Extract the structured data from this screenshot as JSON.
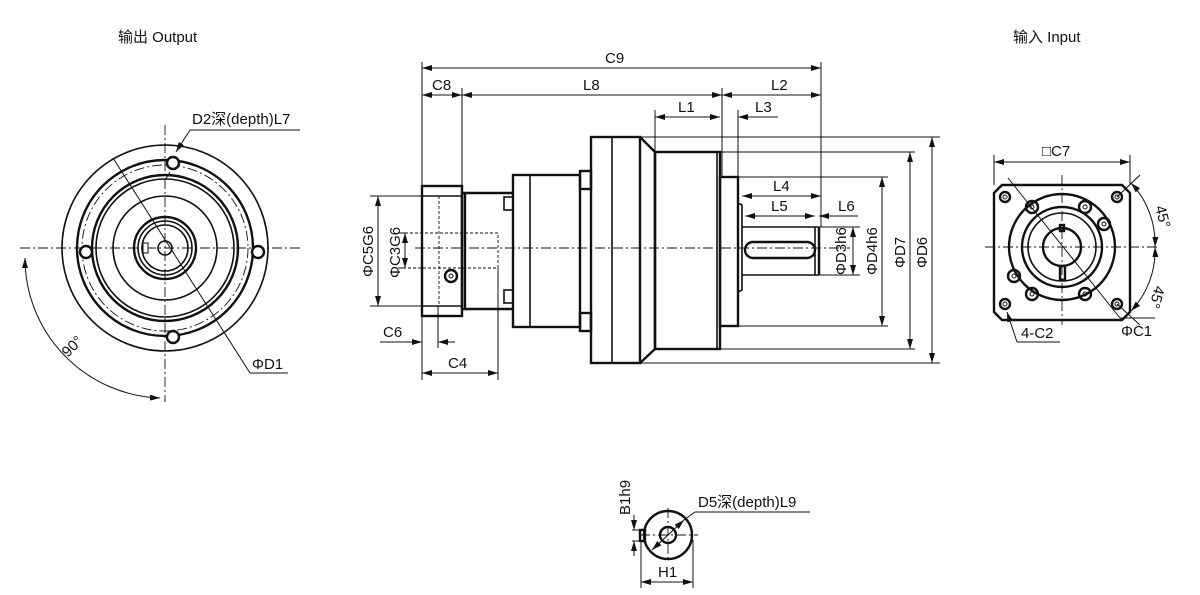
{
  "titles": {
    "output": "输出 Output",
    "input": "输入 Input"
  },
  "output_view": {
    "hole_label": "D2深(depth)L7",
    "pcd_label": "ΦD1",
    "angle_label": "90°"
  },
  "side_view": {
    "dims": {
      "c9": "C9",
      "c8": "C8",
      "l8": "L8",
      "l2": "L2",
      "l1": "L1",
      "l3": "L3",
      "l4": "L4",
      "l5": "L5",
      "l6": "L6",
      "d3": "ΦD3h6",
      "d4": "ΦD4h6",
      "d7": "ΦD7",
      "d6": "ΦD6",
      "c5": "ΦC5G6",
      "c3": "ΦC3G6",
      "c6": "C6",
      "c4": "C4"
    }
  },
  "input_view": {
    "square_label": "□C7",
    "holes_label": "4-C2",
    "pcd_label": "ΦC1",
    "angle1": "45°",
    "angle2": "45°"
  },
  "key_detail": {
    "width_label": "B1h9",
    "hole_label": "D5深(depth)L9",
    "height_label": "H1"
  }
}
